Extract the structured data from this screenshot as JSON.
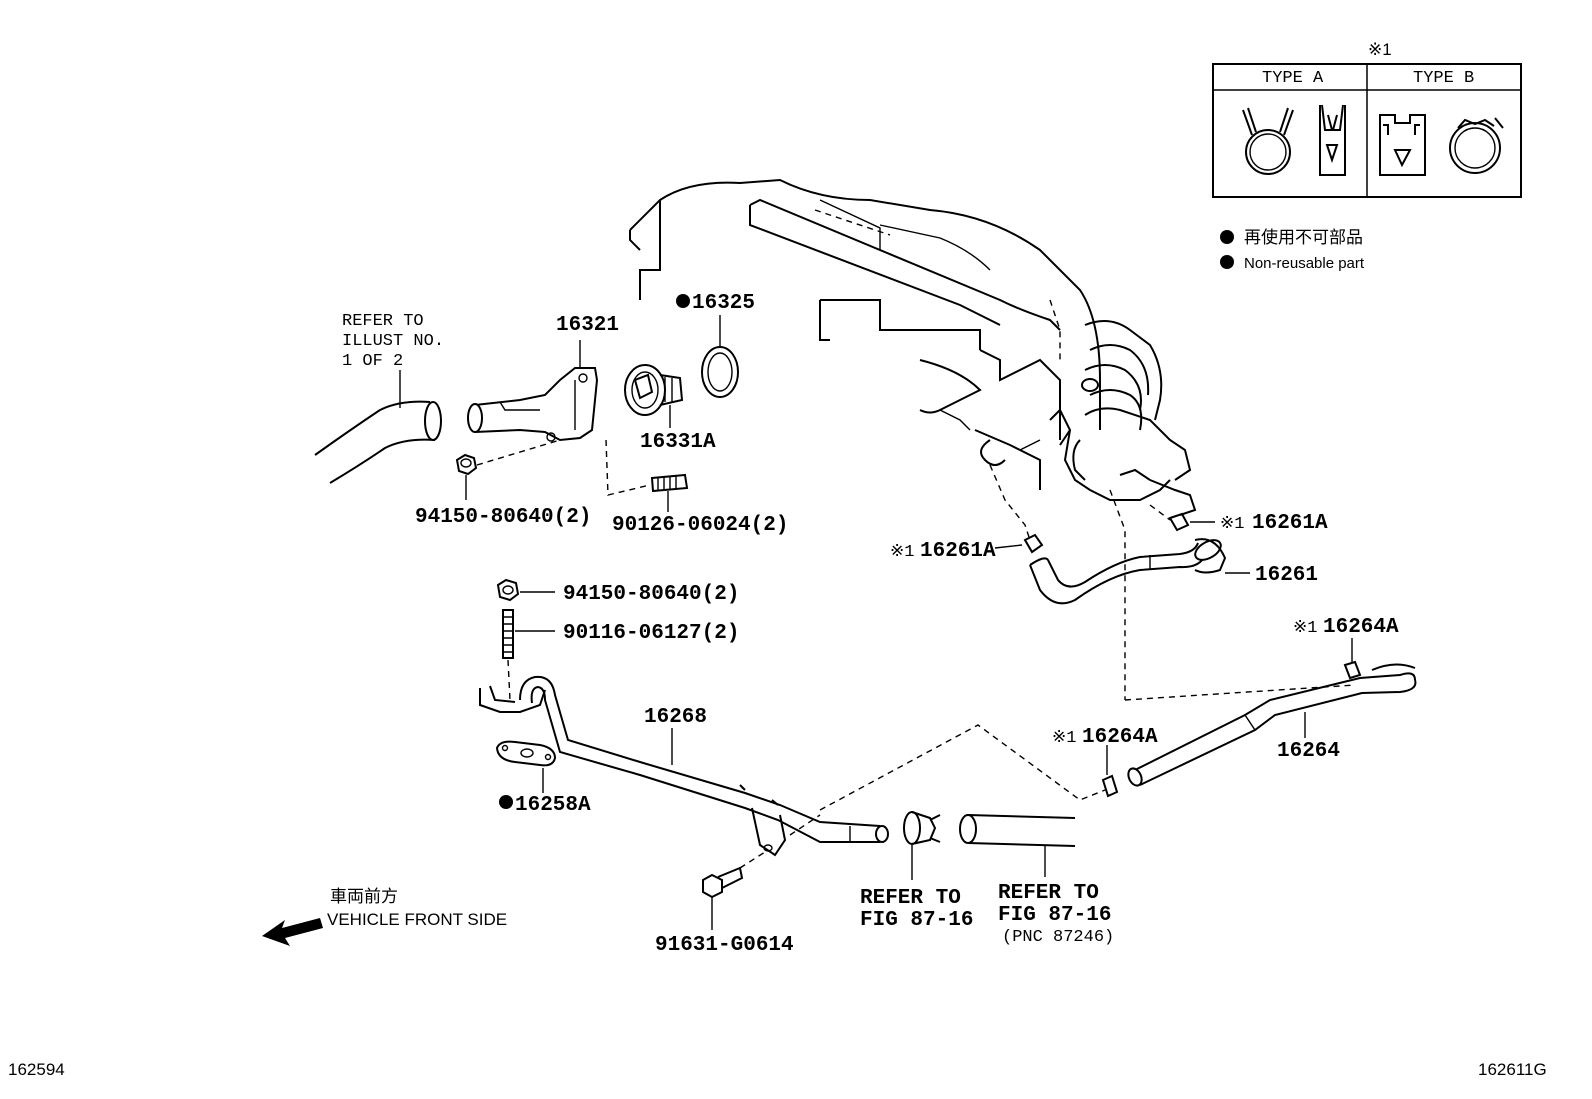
{
  "legend_box": {
    "mark": "※1",
    "type_a": "TYPE A",
    "type_b": "TYPE B"
  },
  "nonreusable_legend": {
    "line_jp": "再使用不可部品",
    "line_en": "Non-reusable part"
  },
  "refer_illust": [
    "REFER TO",
    "ILLUST NO.",
    "1 OF 2"
  ],
  "refer_fig_1": [
    "REFER TO",
    "FIG 87-16"
  ],
  "refer_fig_2": [
    "REFER TO",
    "FIG 87-16",
    "(PNC 87246)"
  ],
  "direction": {
    "jp": "車両前方",
    "en": "VEHICLE FRONT SIDE"
  },
  "parts": {
    "p16321": "16321",
    "p16325": "16325",
    "p16331A": "16331A",
    "p94150_a": "94150-80640(2)",
    "p90126": "90126-06024(2)",
    "p16261A_left": "16261A",
    "p16261A_right": "16261A",
    "p16261": "16261",
    "p94150_b": "94150-80640(2)",
    "p90116": "90116-06127(2)",
    "p16268": "16268",
    "p16258A": "16258A",
    "p16264A_top": "16264A",
    "p16264A_mid": "16264A",
    "p16264": "16264",
    "p91631": "91631-G0614"
  },
  "clip_mark": "※1",
  "footer": {
    "left_code": "162594",
    "right_code": "162611G"
  },
  "icons": [
    "spring-clamp-icon",
    "clamp-tab-icon",
    "band-clamp-icon",
    "non-reusable-dot-icon",
    "front-arrow-icon"
  ]
}
